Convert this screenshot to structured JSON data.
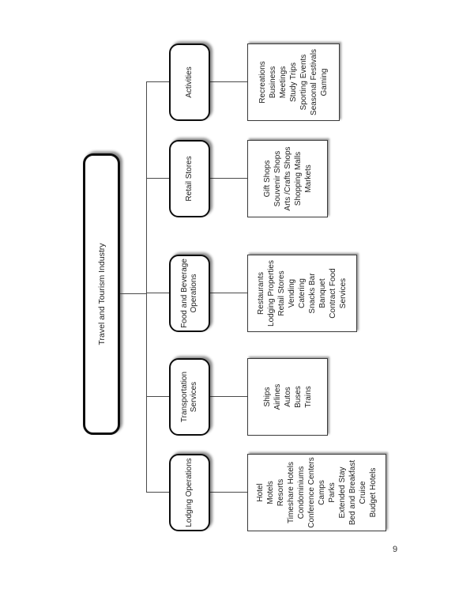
{
  "page": {
    "number": "9"
  },
  "chart": {
    "type": "org-chart",
    "orientation": "rotated-90-ccw",
    "root": {
      "label": "Travel and Tourism Industry"
    },
    "branches": [
      {
        "id": "activities",
        "label": "Activities",
        "items": [
          "Recreations",
          "Business",
          "Meetings",
          "Study Trips",
          "Sporting Events",
          "Seasonal Festivals",
          "Gaming"
        ]
      },
      {
        "id": "retail-stores",
        "label": "Retail Stores",
        "items": [
          "Gift Shops",
          "Souvenir Shops",
          "Arts /Crafts Shops",
          "Shopping Malls",
          "Markets"
        ]
      },
      {
        "id": "food-and-beverage",
        "label": "Food and Beverage Operations",
        "items": [
          "Restaurants",
          "Lodging Properties",
          "Retail Stores",
          "Vending",
          "Catering",
          "Snacks Bar",
          "Banquet",
          "Contract Food Services"
        ]
      },
      {
        "id": "transportation",
        "label": "Transportation Services",
        "items": [
          "Ships",
          "Airlines",
          "Autos",
          "Buses",
          "Trains"
        ]
      },
      {
        "id": "lodging",
        "label": "Lodging Operations",
        "items": [
          "Hotel",
          "Motels",
          "Resorts",
          "Timeshare Hotels",
          "Condominiums",
          "Conference Centers",
          "Camps",
          "Parks",
          "Extended Stay",
          "Bed and Breakfast",
          "Cruise",
          "Budget Hotels"
        ]
      }
    ],
    "colors": {
      "box_fill": "#ffffff",
      "box_border": "#0d0d0d",
      "line": "#4a4a4a",
      "text": "#1e1e1e"
    }
  }
}
